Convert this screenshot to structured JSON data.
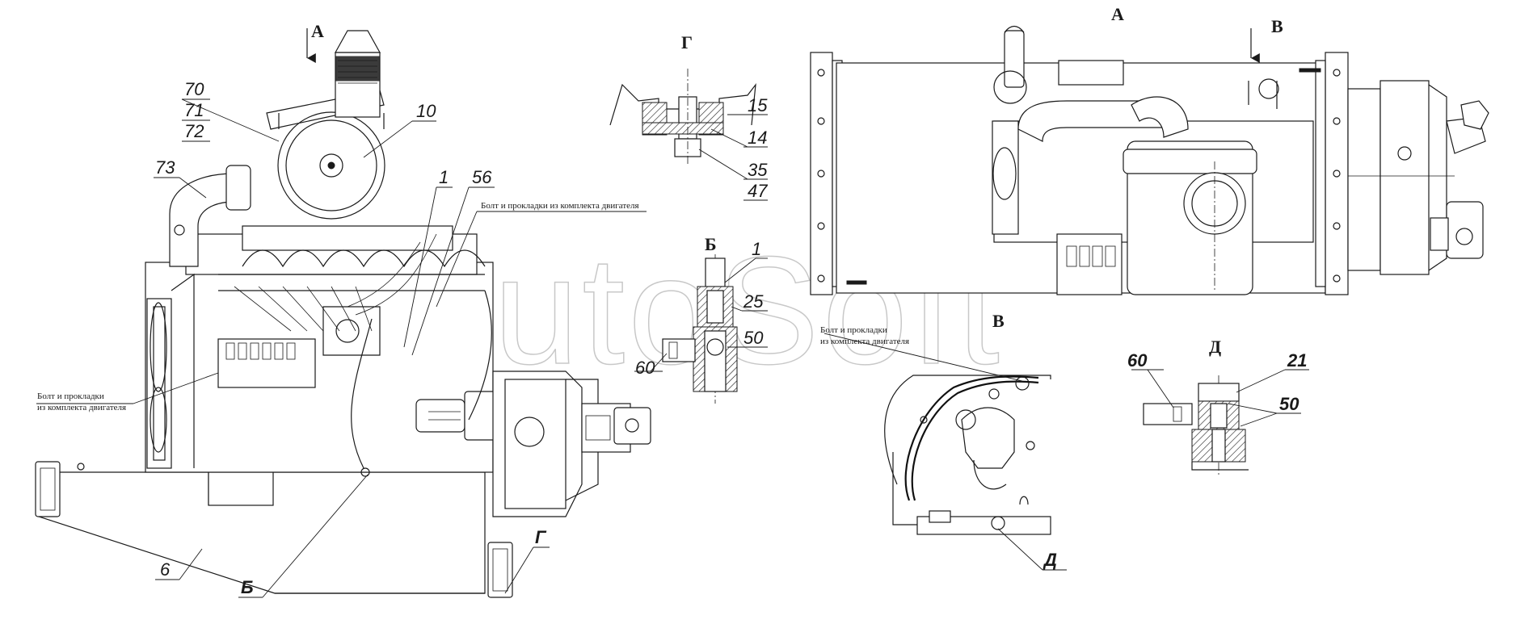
{
  "watermark": "AutoSoft",
  "views": {
    "a_left": "А",
    "g": "Г",
    "b": "Б",
    "a_top": "А",
    "v_top": "В",
    "v_detail": "В",
    "d": "Д"
  },
  "notes": {
    "bolt_top": "Болт и прокладки из комплекта двигателя",
    "bolt_left_1": "Болт и прокладки",
    "bolt_left_2": "из комплекта двигателя",
    "bolt_right_1": "Болт и прокладки",
    "bolt_right_2": "из комплекта двигателя"
  },
  "callouts": {
    "c70": "70",
    "c71": "71",
    "c72": "72",
    "c10": "10",
    "c73": "73",
    "c1": "1",
    "c56": "56",
    "c6": "6",
    "c_b": "Б",
    "c_g": "Г",
    "c15": "15",
    "c14": "14",
    "c35": "35",
    "c47": "47",
    "c1b": "1",
    "c25": "25",
    "c50b": "50",
    "c60b": "60",
    "c60d": "60",
    "c21": "21",
    "c50d": "50",
    "c_d": "Д"
  }
}
